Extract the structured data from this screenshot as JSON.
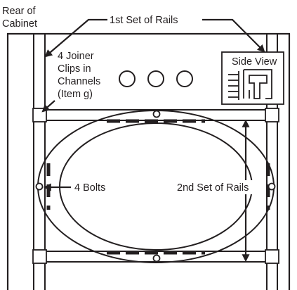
{
  "labels": {
    "rear_of_cabinet": [
      "Rear of",
      "Cabinet"
    ],
    "first_set_of_rails": "1st Set of Rails",
    "side_view": "Side View",
    "joiner_clips": [
      "4 Joiner",
      "Clips in",
      "Channels",
      "(Item g)"
    ],
    "bolts": "4 Bolts",
    "second_set_of_rails": "2nd Set of Rails"
  },
  "colors": {
    "ink": "#231f20",
    "background": "#ffffff"
  }
}
